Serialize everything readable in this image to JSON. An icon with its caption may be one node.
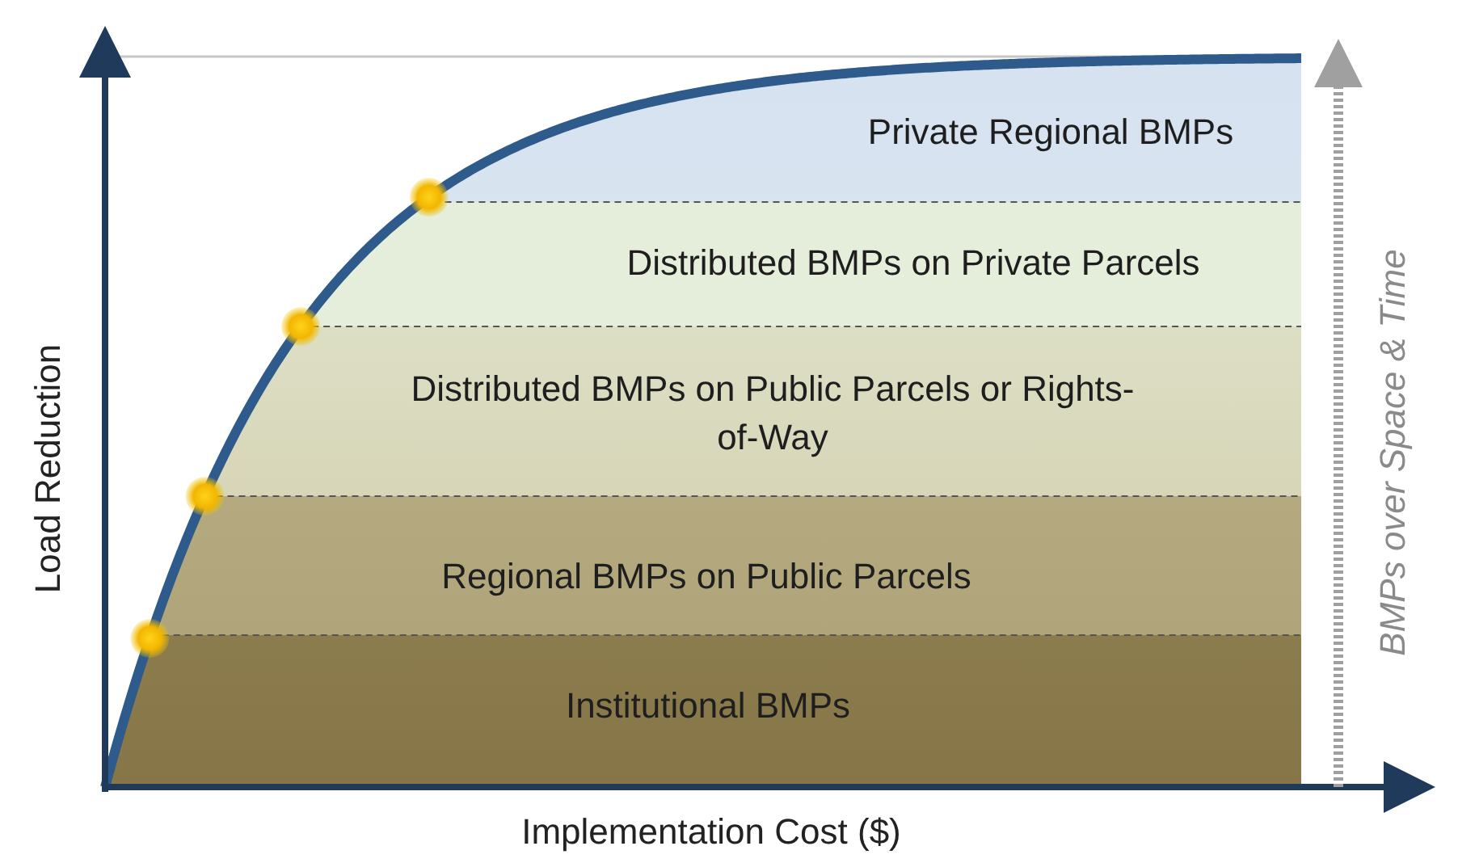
{
  "diagram": {
    "nodes": [
      {
        "text": [
          "Private Regional BMPs"
        ]
      },
      {
        "text": [
          "Distributed BMPs on Private Parcels"
        ]
      },
      {
        "text": [
          "Distributed BMPs on Public Parcels or Rights-of-Way"
        ]
      },
      {
        "text": [
          "Regional BMPs on Public Parcels"
        ]
      },
      {
        "text": [
          "Institutional BMPs"
        ]
      }
    ],
    "labels": [
      "Load Reduction",
      "Implementation Cost ($)",
      "BMPs over Space & Time"
    ]
  }
}
